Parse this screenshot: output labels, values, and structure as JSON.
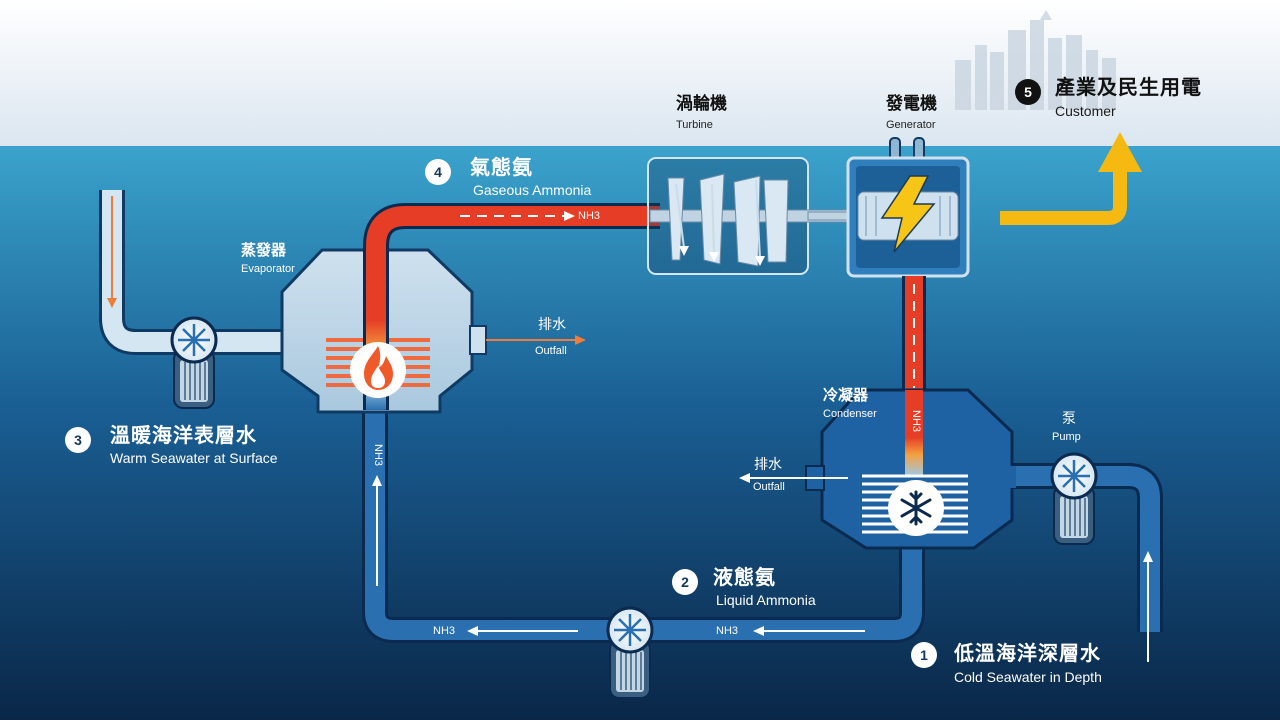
{
  "colors": {
    "sky_top": "#ffffff",
    "sky_bottom": "#dfe9f2",
    "sea_top": "#3a9fc9",
    "sea_bottom": "#0b2a4f",
    "warm_pipe": "#d4e6f1",
    "cold_pipe": "#2a6fb0",
    "hot_gas": "#e53d26",
    "power_arrow": "#f6b912",
    "outfall_arrow": "#f07c3a",
    "bolt": "#f6c515"
  },
  "steps": [
    {
      "number": "1",
      "zh": "低溫海洋深層水",
      "en": "Cold Seawater in Depth"
    },
    {
      "number": "2",
      "zh": "液態氨",
      "en": "Liquid Ammonia"
    },
    {
      "number": "3",
      "zh": "溫暖海洋表層水",
      "en": "Warm Seawater at Surface"
    },
    {
      "number": "4",
      "zh": "氣態氨",
      "en": "Gaseous Ammonia"
    },
    {
      "number": "5",
      "zh": "產業及民生用電",
      "en": "Customer"
    }
  ],
  "components": {
    "turbine": {
      "zh": "渦輪機",
      "en": "Turbine",
      "icon": "turbine-icon"
    },
    "generator": {
      "zh": "發電機",
      "en": "Generator",
      "icon": "lightning-bolt-icon"
    },
    "evaporator": {
      "zh": "蒸發器",
      "en": "Evaporator",
      "icon": "flame-icon"
    },
    "condenser": {
      "zh": "冷凝器",
      "en": "Condenser",
      "icon": "snowflake-icon"
    },
    "pump": {
      "zh": "泵",
      "en": "Pump",
      "icon": "pump-icon"
    }
  },
  "outfall": {
    "zh": "排水",
    "en": "Outfall"
  },
  "flow_labels": {
    "gas_line": "NH3",
    "condenser_inlet": "NH3",
    "liquid_left": "NH3",
    "liquid_right": "NH3",
    "evaporator_return": "NH3"
  }
}
